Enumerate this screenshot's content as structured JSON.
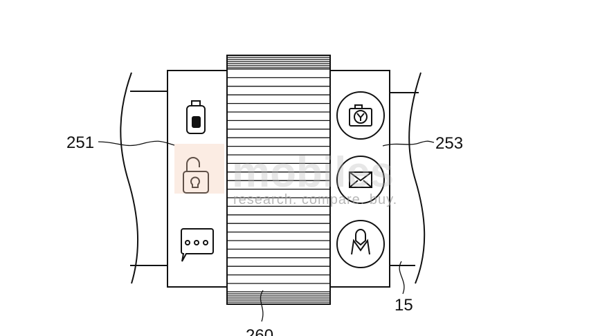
{
  "labels": {
    "left_panel": "251",
    "right_panel": "253",
    "strap": "15",
    "bezel": "260"
  },
  "watermark": {
    "brand": "mobiles",
    "tagline": "research. compare. buy."
  },
  "icons": {
    "left": [
      "battery-icon",
      "unlock-icon",
      "chat-bubble-icon"
    ],
    "right": [
      "camera-icon",
      "mail-icon",
      "contact-icon"
    ]
  },
  "colors": {
    "line": "#111111",
    "watermark_accent": "#f4c9b0"
  }
}
